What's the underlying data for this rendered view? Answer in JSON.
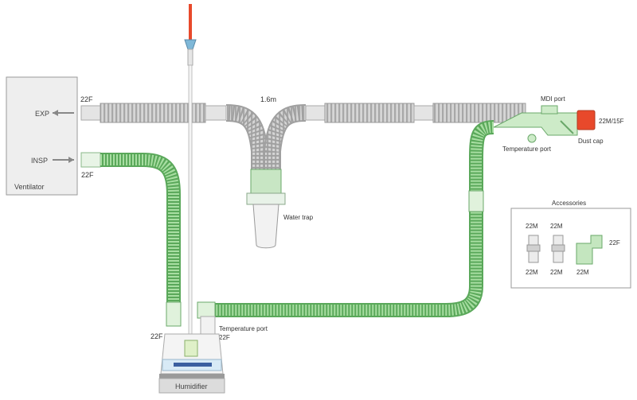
{
  "ventilator": {
    "title": "Ventilator",
    "exp_label": "EXP",
    "insp_label": "INSP"
  },
  "connectors": {
    "exp_22f": "22F",
    "insp_22f": "22F",
    "humidifier_22f": "22F",
    "temp_port_22f": "22F",
    "end_22m_15f": "22M/15F"
  },
  "labels": {
    "length": "1.6m",
    "water_trap": "Water trap",
    "mdi_port": "MDI port",
    "temperature_port_top": "Temperature port",
    "dust_cap": "Dust cap",
    "temperature_port_bottom": "Temperature port",
    "humidifier": "Humidifier"
  },
  "accessories": {
    "title": "Accessories",
    "items": [
      {
        "top": "22M",
        "bottom": "22M"
      },
      {
        "top": "22M",
        "bottom": "22M"
      },
      {
        "side": "22F",
        "bottom": "22M"
      }
    ]
  },
  "colors": {
    "green_tube": "#8fd18a",
    "green_dark": "#5aa85a",
    "grey_tube": "#cfcfcf",
    "grey_dark": "#9a9a9a",
    "red_cap": "#e8492b",
    "box_fill": "#eeeeee"
  }
}
